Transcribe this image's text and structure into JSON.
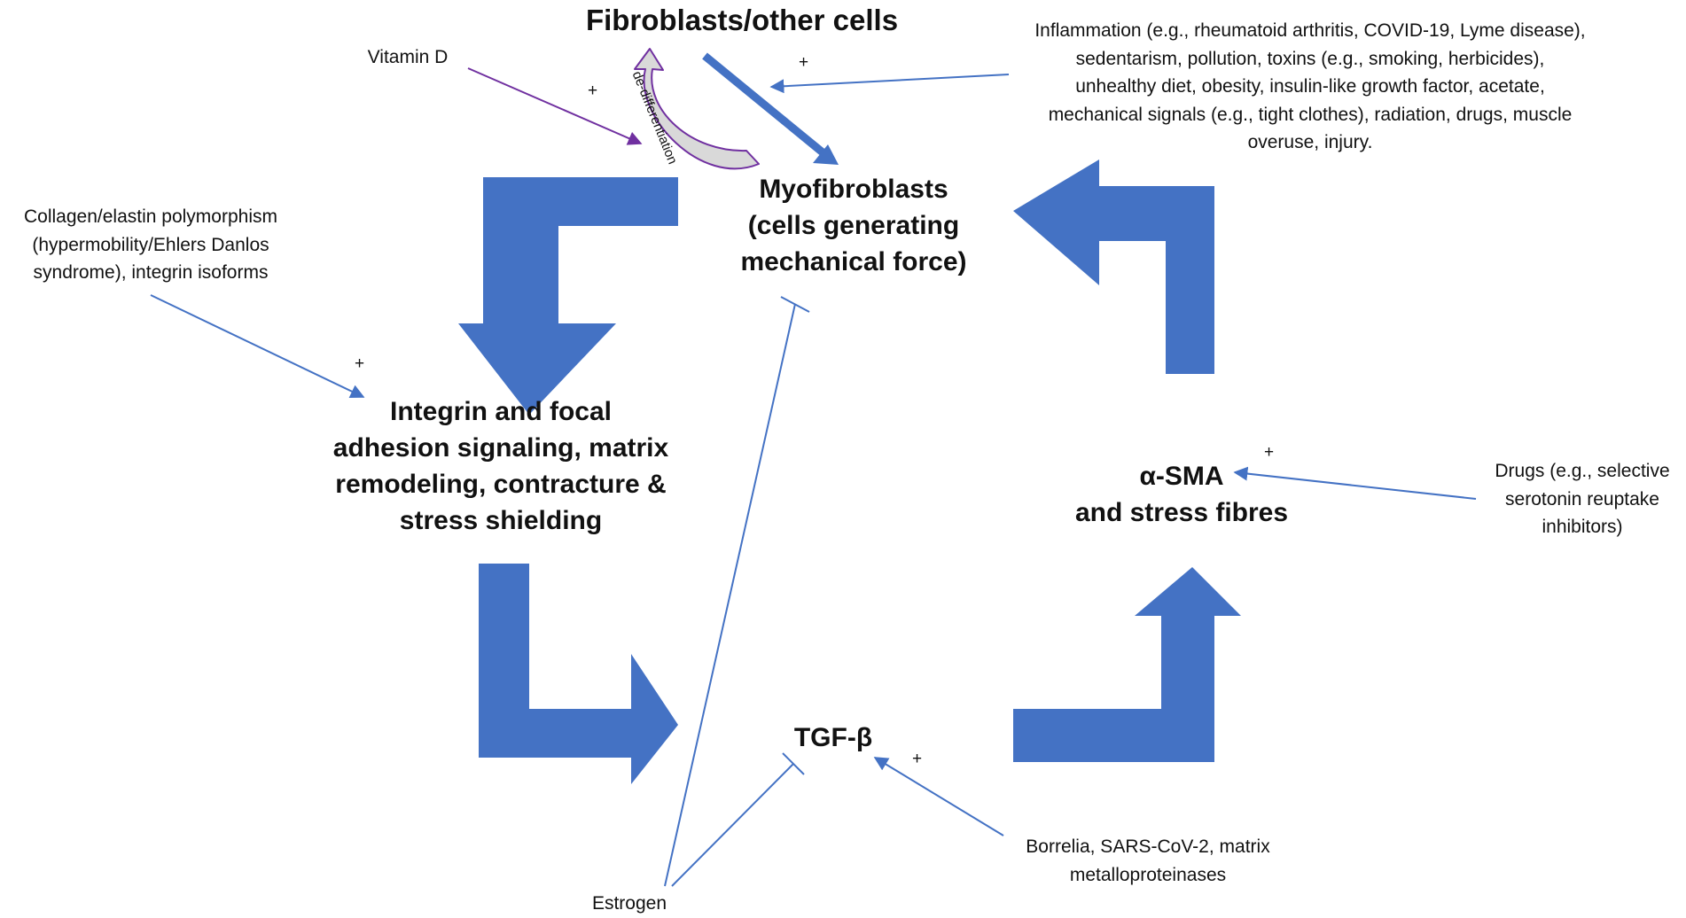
{
  "colors": {
    "arrow_fill": "#4472C4",
    "connector": "#4472C4",
    "vitamin_arrow": "#7030A0",
    "dedifferentiation_fill": "#D9D9D9"
  },
  "nodes": {
    "fibroblasts": "Fibroblasts/other cells",
    "myofibroblasts": [
      "Myofibroblasts",
      "(cells generating",
      "mechanical force)"
    ],
    "integrin": [
      "Integrin and focal",
      "adhesion signaling, matrix",
      "remodeling, contracture &",
      "stress shielding"
    ],
    "tgf": "TGF-β",
    "asma": [
      "α-SMA",
      "and stress fibres"
    ]
  },
  "factors": {
    "vitamin_d": "Vitamin D",
    "dedifferentiation": "de-differentiation",
    "inflammation": [
      "Inflammation (e.g., rheumatoid arthritis, COVID-19, Lyme disease),",
      "sedentarism, pollution, toxins (e.g., smoking, herbicides),",
      "unhealthy diet, obesity, insulin-like growth factor, acetate,",
      "mechanical signals (e.g., tight clothes), radiation, drugs, muscle",
      "overuse, injury."
    ],
    "collagen": [
      "Collagen/elastin polymorphism",
      "(hypermobility/Ehlers Danlos",
      "syndrome), integrin isoforms"
    ],
    "drugs": [
      "Drugs (e.g., selective",
      "serotonin reuptake",
      "inhibitors)"
    ],
    "borrelia": [
      "Borrelia, SARS-CoV-2, matrix",
      "metalloproteinases"
    ],
    "estrogen": "Estrogen"
  },
  "signs": {
    "vitamin": "+",
    "inflammation": "+",
    "collagen": "+",
    "drugs": "+",
    "borrelia": "+"
  }
}
